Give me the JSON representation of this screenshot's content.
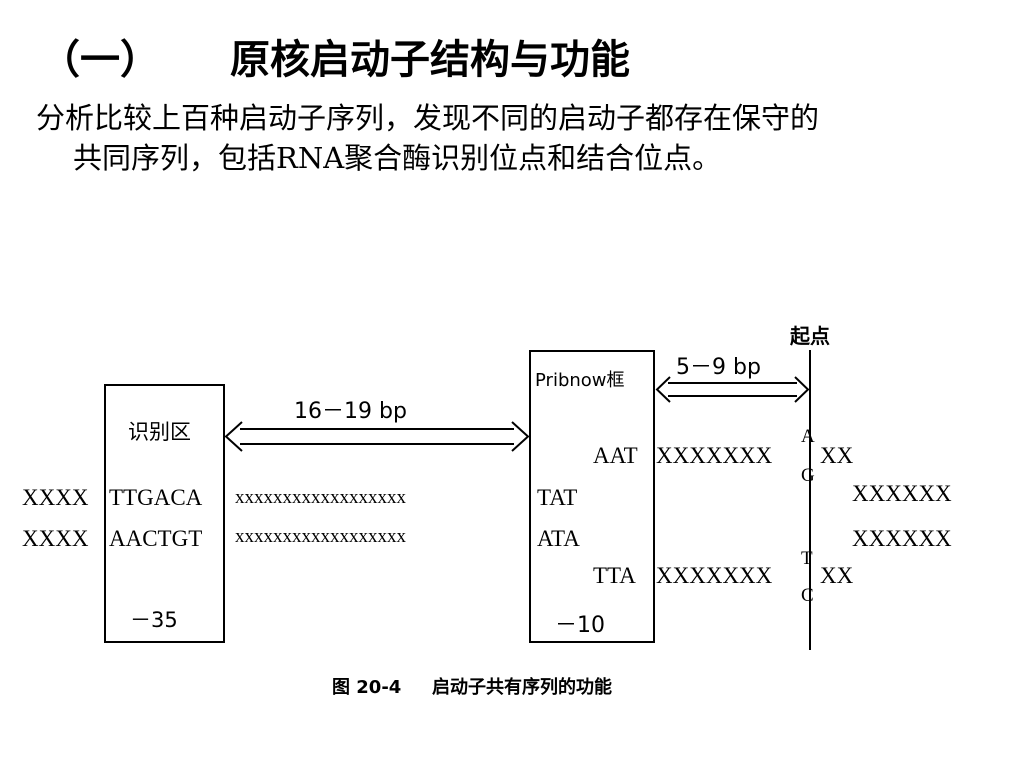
{
  "slide": {
    "title_num": "（一）",
    "title_text": "原核启动子结构与功能",
    "para_line1": "分析比较上百种启动子序列，发现不同的启动子都存在保守的",
    "para_line2": "共同序列，包括RNA聚合酶识别位点和结合位点。"
  },
  "diagram": {
    "start_label": "起点",
    "recog_label": "识别区",
    "pribnow_label": "Pribnow框",
    "span1": "16－19 bp",
    "span2": "5－9 bp",
    "left_top": "XXXX",
    "left_bot": "XXXX",
    "m35_top": "TTGACA",
    "m35_bot": "AACTGT",
    "mid_top": "xxxxxxxxxxxxxxxxxx",
    "mid_bot": "xxxxxxxxxxxxxxxxxx",
    "m10_top": "TAT",
    "m10_bot": "ATA",
    "aat": "AAT",
    "tta": "TTA",
    "x_top": "XXXXXXX",
    "x_bot": "XXXXXXX",
    "top_a": "A",
    "top_g": "G",
    "bot_t": "T",
    "bot_c": "C",
    "xx_top": "XX",
    "xx_bot": "XX",
    "right_top": "XXXXXX",
    "right_bot": "XXXXXX",
    "pos35": "－35",
    "pos10": "－10",
    "caption_fig": "图 20-4",
    "caption_text": "启动子共有序列的功能"
  }
}
